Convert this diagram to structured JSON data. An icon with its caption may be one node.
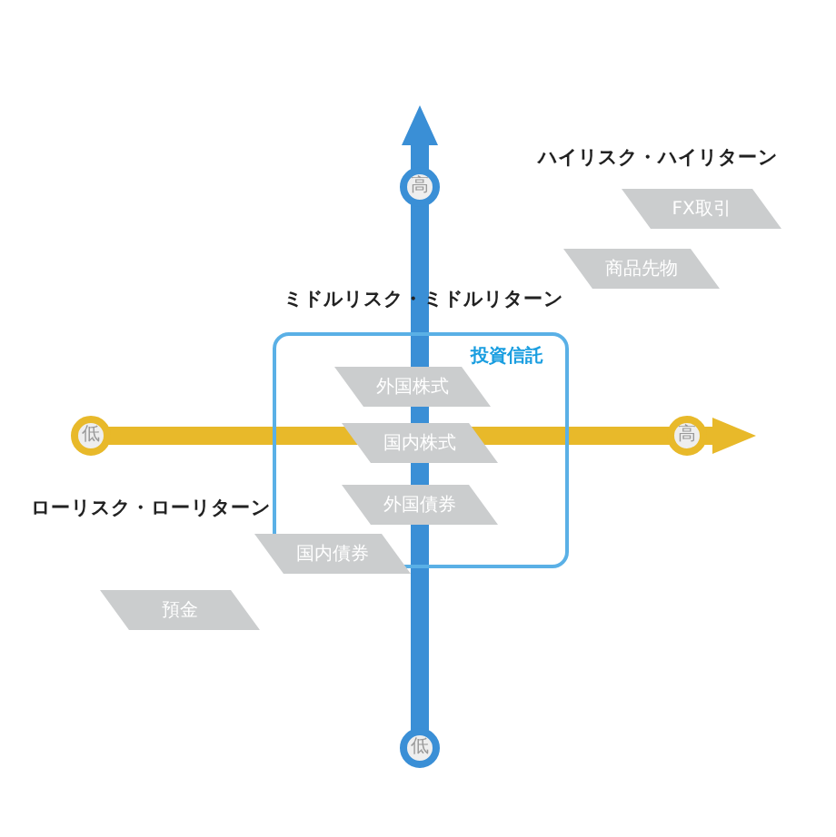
{
  "diagram": {
    "nodes": [
      {
        "text": [
          "FX取引"
        ]
      },
      {
        "text": [
          "商品先物"
        ]
      },
      {
        "text": [
          "投資信託"
        ]
      },
      {
        "text": [
          "外国株式"
        ],
        "in": 2
      },
      {
        "text": [
          "国内株式"
        ],
        "in": 2
      },
      {
        "text": [
          "外国債券"
        ],
        "in": 2
      },
      {
        "text": [
          "国内債券"
        ]
      },
      {
        "text": [
          "預金"
        ]
      }
    ],
    "labels": [
      "ハイリスク・ハイリターン",
      "高",
      "ミドルリスク・ミドルリターン",
      "低",
      "高",
      "ローリスク・ローリターン",
      "低"
    ]
  }
}
